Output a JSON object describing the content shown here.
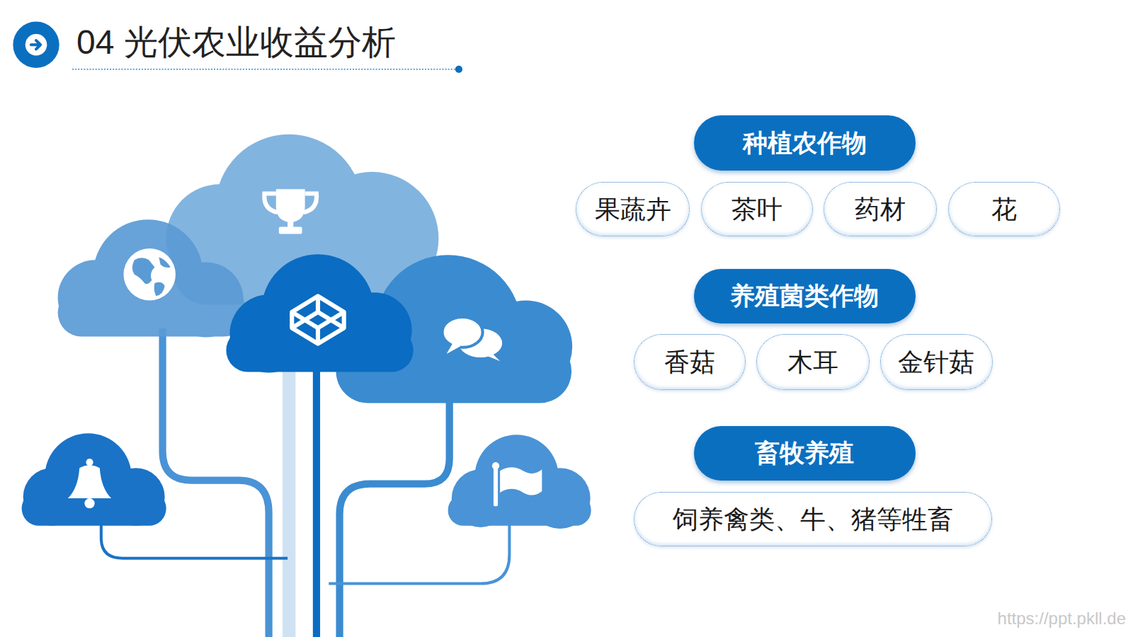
{
  "diagram": {
    "title": "04 光伏农业收益分析",
    "nodes": [
      {
        "text": [
          "种植农作物"
        ]
      },
      {
        "text": [
          "果蔬卉"
        ]
      },
      {
        "text": [
          "茶叶"
        ]
      },
      {
        "text": [
          "药材"
        ]
      },
      {
        "text": [
          "花"
        ]
      },
      {
        "text": [
          "养殖菌类作物"
        ]
      },
      {
        "text": [
          "香菇"
        ]
      },
      {
        "text": [
          "木耳"
        ]
      },
      {
        "text": [
          "金针菇"
        ]
      },
      {
        "text": [
          "畜牧养殖"
        ]
      },
      {
        "text": [
          "饲养禽类、牛、猪等牲畜"
        ]
      }
    ],
    "labels": [
      "https://ppt.pkll.de"
    ]
  }
}
